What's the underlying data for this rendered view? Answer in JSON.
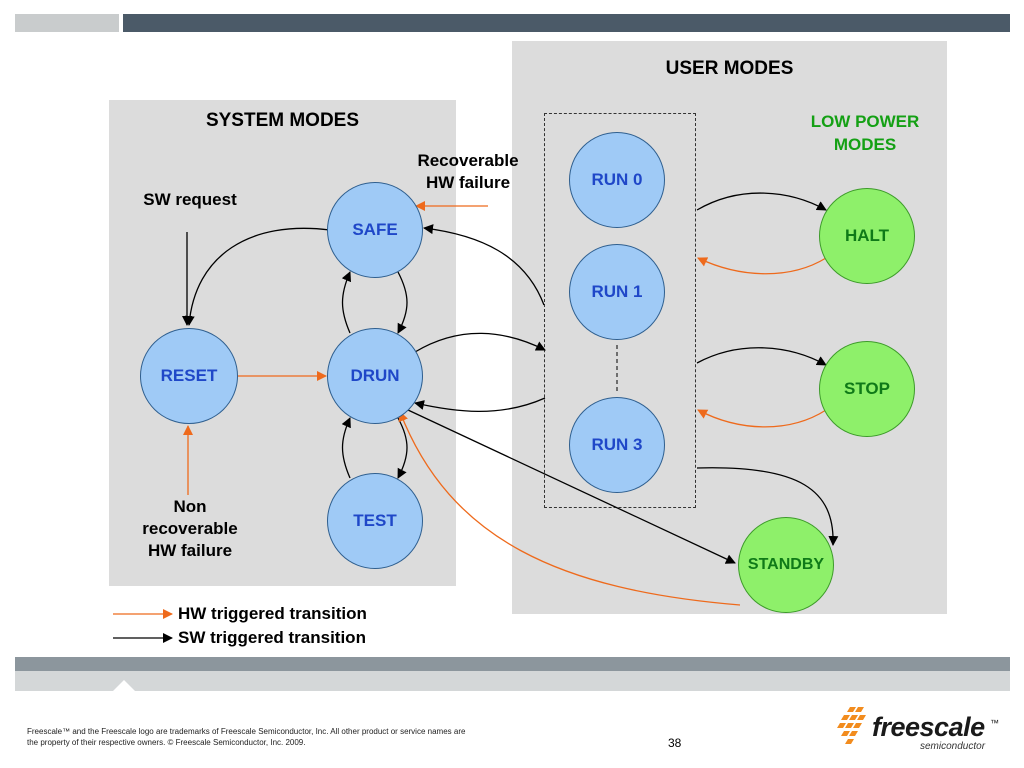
{
  "panels": {
    "system_title": "SYSTEM MODES",
    "user_title": "USER MODES",
    "low_power_title": "LOW POWER\nMODES"
  },
  "nodes": {
    "safe": "SAFE",
    "drun": "DRUN",
    "reset": "RESET",
    "test": "TEST",
    "run0": "RUN 0",
    "run1": "RUN 1",
    "run3": "RUN 3",
    "halt": "HALT",
    "stop": "STOP",
    "standby": "STANDBY"
  },
  "labels": {
    "sw_request": "SW request",
    "recoverable": "Recoverable\nHW failure",
    "non_recoverable": "Non\nrecoverable\nHW failure"
  },
  "legend": {
    "hw": "HW triggered transition",
    "sw": "SW triggered transition"
  },
  "footer": {
    "trademark_line1": "Freescale™ and the Freescale logo are trademarks of Freescale Semiconductor, Inc. All other product or service names are",
    "trademark_line2": "the property of their respective owners. © Freescale Semiconductor, Inc. 2009.",
    "page_number": "38",
    "logo_word": "freescale",
    "logo_tm": "™",
    "logo_sub": "semiconductor"
  },
  "colors": {
    "hw_transition": "#ee6a1c",
    "sw_transition": "#000000",
    "user_node": "#9fcaf6",
    "low_power_node": "#8ef06a"
  }
}
